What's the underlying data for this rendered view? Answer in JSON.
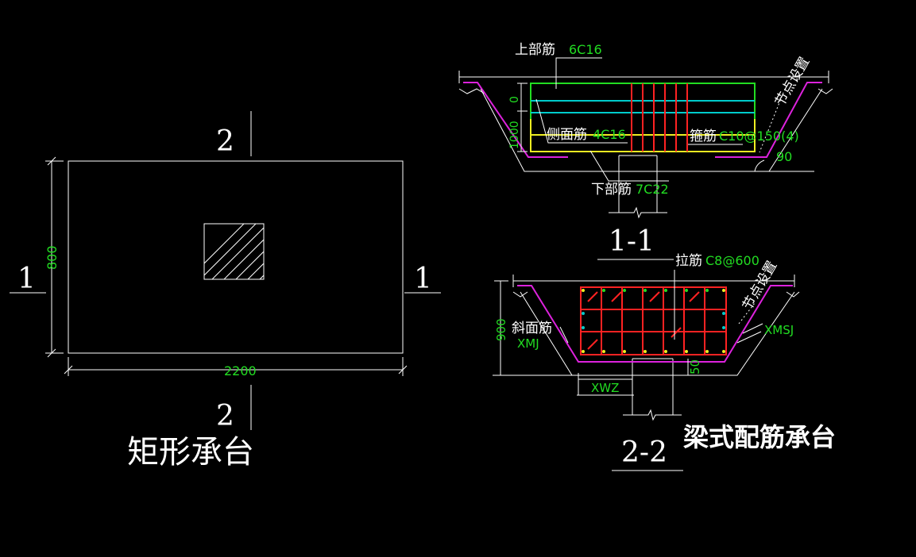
{
  "plan": {
    "title": "矩形承台",
    "dim_width": "2200",
    "dim_height": "800",
    "sec_left": "1",
    "sec_right": "1",
    "sec_top": "2",
    "sec_bottom": "2"
  },
  "section_1": {
    "title": "1-1",
    "top_bar_label": "上部筋",
    "top_bar_value": "6C16",
    "side_bar_label": "侧面筋",
    "side_bar_value": "4C16",
    "stirrup_label": "箍筋",
    "stirrup_value": "C10@150(4)",
    "bottom_bar_label": "下部筋",
    "bottom_bar_value": "7C22",
    "node_label": "节点设置",
    "angle_value": "90",
    "dim_top": "0",
    "dim_side": "1000"
  },
  "section_2": {
    "title": "2-2",
    "tie_label": "拉筋",
    "tie_value": "C8@600",
    "node_label": "节点设置",
    "slant_label": "斜面筋",
    "slant_value": "XMJ",
    "xmsj_value": "XMSJ",
    "xwz_value": "XWZ",
    "dim_height": "900",
    "dim_50": "50"
  },
  "caption": "梁式配筋承台",
  "colors": {
    "background": "#000000",
    "line": "#ffffff",
    "dim_text": "#22dd22",
    "top_bar": "#22dd22",
    "side_bar": "#00cccc",
    "bottom_bar": "#eeee22",
    "stirrup": "#ff2222",
    "outline_bar": "#dd22dd"
  }
}
